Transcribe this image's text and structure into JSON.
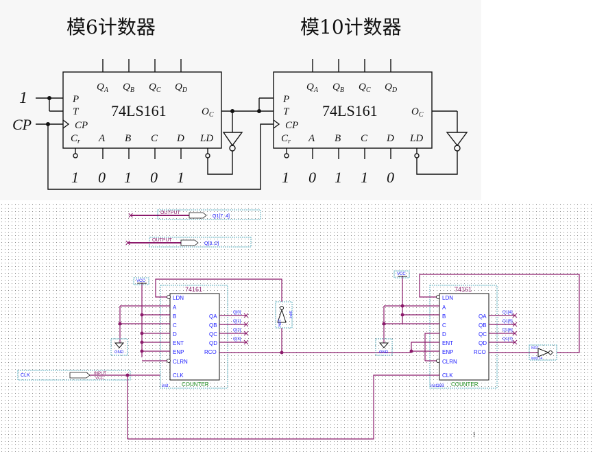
{
  "top": {
    "title_mod6": "模6计数器",
    "title_mod10": "模10计数器",
    "inputs": {
      "one": "1",
      "cp": "CP"
    },
    "chip_name": "74LS161",
    "pins": {
      "qa": "Q",
      "qa_sub": "A",
      "qb": "Q",
      "qb_sub": "B",
      "qc": "Q",
      "qc_sub": "C",
      "qd": "Q",
      "qd_sub": "D",
      "p": "P",
      "t": "T",
      "cp": "CP",
      "oc": "O",
      "oc_sub": "C",
      "cr": "C",
      "cr_sub": "r",
      "a": "A",
      "b": "B",
      "c": "C",
      "d": "D",
      "ld": "LD"
    },
    "preset_left": [
      "1",
      "0",
      "1",
      "0",
      "1"
    ],
    "preset_right": [
      "1",
      "0",
      "1",
      "1",
      "0"
    ]
  },
  "bottom": {
    "outputs": [
      {
        "port": "OUTPUT",
        "name": "Q1[7..4]"
      },
      {
        "port": "OUTPUT",
        "name": "Q[3..0]"
      }
    ],
    "input": {
      "port": "INPUT",
      "sub": "VCC",
      "name": "CLK"
    },
    "vcc": "VCC",
    "gnd": "GND",
    "not_label": "NOT",
    "left_counter": {
      "part": "74161",
      "footer": "COUNTER",
      "inst": "inst",
      "inputs": [
        "LDN",
        "A",
        "B",
        "C",
        "D",
        "ENT",
        "ENP",
        "CLRN",
        "CLK"
      ],
      "outputs": [
        "QA",
        "QB",
        "QC",
        "QD",
        "RCO"
      ],
      "out_nets": [
        "Q[0]",
        "Q[1]",
        "Q[2]",
        "Q[3]"
      ],
      "inverter_inst": "inst5"
    },
    "right_counter": {
      "part": "74161",
      "footer": "COUNTER",
      "inst": "inst169",
      "inputs": [
        "LDN",
        "A",
        "B",
        "C",
        "D",
        "ENT",
        "ENP",
        "CLRN",
        "CLK"
      ],
      "outputs": [
        "QA",
        "QB",
        "QC",
        "QD",
        "RCO"
      ],
      "out_nets": [
        "Q1[4]",
        "Q1[5]",
        "Q1[6]",
        "Q1[7]"
      ],
      "inverter_inst": "inst174"
    },
    "cursor": "!"
  },
  "colors": {
    "wire": "#8b1a6b",
    "text_blue": "#1a1aff",
    "frame": "#5fb0c0",
    "green": "#1a8a1a",
    "ink": "#111111"
  }
}
